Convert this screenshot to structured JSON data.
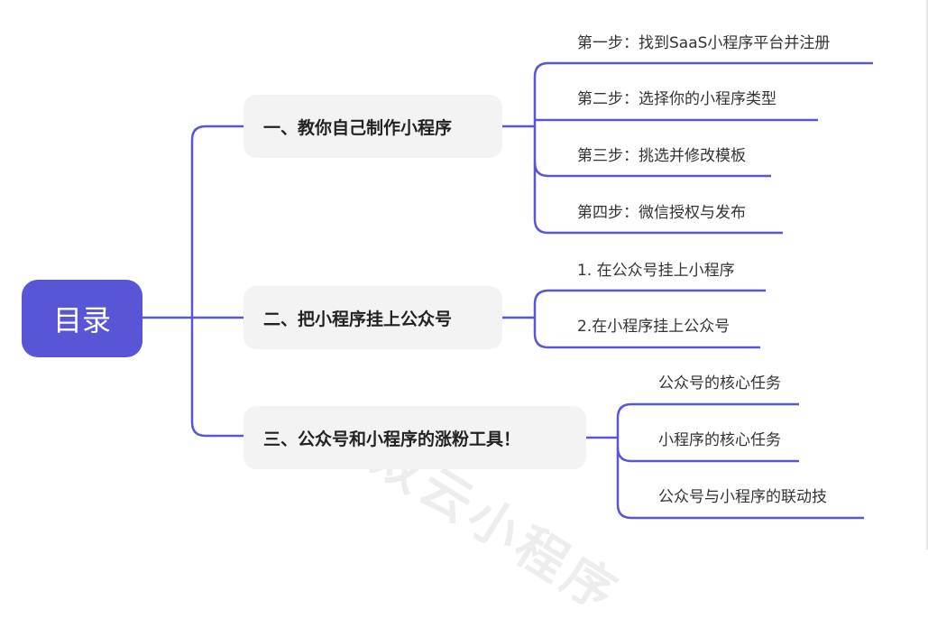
{
  "root": {
    "label": "目录"
  },
  "topics": [
    {
      "label": "一、教你自己制作小程序",
      "children": [
        "第一步：找到SaaS小程序平台并注册",
        "第二步：选择你的小程序类型",
        "第三步：挑选并修改模板",
        "第四步：微信授权与发布"
      ]
    },
    {
      "label": "二、把小程序挂上公众号",
      "children": [
        "1. 在公众号挂上小程序",
        "2.在小程序挂上公众号"
      ]
    },
    {
      "label": "三、公众号和小程序的涨粉工具！",
      "children": [
        "公众号的核心任务",
        "小程序的核心任务",
        "公众号与小程序的联动技"
      ]
    }
  ],
  "watermark": "维双云小程序",
  "colors": {
    "accent": "#5856d6",
    "topic_bg": "#f3f3f3"
  }
}
